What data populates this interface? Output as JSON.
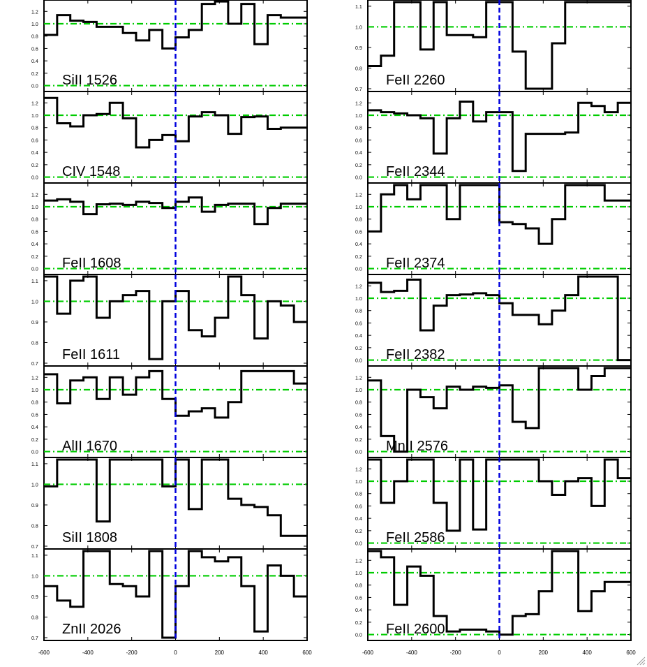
{
  "chart_data": {
    "type": "line",
    "title": "",
    "xlabel": "",
    "ylabel": "",
    "xlim": [
      -600,
      600
    ],
    "x_ticks": [
      -600,
      -400,
      -200,
      0,
      200,
      400,
      600
    ],
    "x_tick_labels": [
      "-600",
      "-400",
      "-200",
      "0",
      "200",
      "400",
      "600"
    ],
    "grid": false,
    "layout": "2 columns x 7 rows, stacked panels",
    "reference_levels": [
      0.0,
      1.0
    ],
    "zero_velocity_marker": 0,
    "colors": {
      "spectrum": "#000000",
      "reference": "#00cc00",
      "zero_marker": "#0000dd"
    },
    "panels": [
      {
        "label": "SiII 1526",
        "column": 0,
        "row": 0,
        "ylim": [
          -0.05,
          1.35
        ],
        "y_ticks": [
          0.0,
          0.2,
          0.4,
          0.6,
          0.8,
          1.0,
          1.2
        ],
        "y_tick_labels": [
          "0.0",
          "0.2",
          "0.4",
          "0.6",
          "0.8",
          "1.0",
          "1.2"
        ],
        "x": [
          -600,
          -540,
          -480,
          -420,
          -360,
          -300,
          -240,
          -180,
          -120,
          -60,
          0,
          60,
          120,
          180,
          240,
          300,
          360,
          420,
          480,
          540
        ],
        "y": [
          0.82,
          1.14,
          1.05,
          1.03,
          0.95,
          0.95,
          0.85,
          0.73,
          0.9,
          0.6,
          0.78,
          0.9,
          1.32,
          1.36,
          1.0,
          1.32,
          0.67,
          1.14,
          1.1,
          1.1
        ]
      },
      {
        "label": "CIV 1548",
        "column": 0,
        "row": 1,
        "ylim": [
          -0.05,
          1.35
        ],
        "y_ticks": [
          0.0,
          0.2,
          0.4,
          0.6,
          0.8,
          1.0,
          1.2
        ],
        "y_tick_labels": [
          "0.0",
          "0.2",
          "0.4",
          "0.6",
          "0.8",
          "1.0",
          "1.2"
        ],
        "x": [
          -600,
          -540,
          -480,
          -420,
          -360,
          -300,
          -240,
          -180,
          -120,
          -60,
          0,
          60,
          120,
          180,
          240,
          300,
          360,
          420,
          480,
          540
        ],
        "y": [
          1.28,
          0.87,
          0.82,
          1.0,
          1.02,
          1.2,
          0.95,
          0.48,
          0.6,
          0.68,
          0.58,
          0.98,
          1.05,
          1.0,
          0.7,
          0.97,
          0.98,
          0.78,
          0.8,
          0.8
        ]
      },
      {
        "label": "FeII 1608",
        "column": 0,
        "row": 2,
        "ylim": [
          -0.05,
          1.35
        ],
        "y_ticks": [
          0.0,
          0.2,
          0.4,
          0.6,
          0.8,
          1.0,
          1.2
        ],
        "y_tick_labels": [
          "0.0",
          "0.2",
          "0.4",
          "0.6",
          "0.8",
          "1.0",
          "1.2"
        ],
        "x": [
          -600,
          -540,
          -480,
          -420,
          -360,
          -300,
          -240,
          -180,
          -120,
          -60,
          0,
          60,
          120,
          180,
          240,
          300,
          360,
          420,
          480,
          540
        ],
        "y": [
          1.1,
          1.12,
          1.08,
          0.88,
          1.04,
          1.05,
          1.03,
          1.08,
          1.06,
          0.98,
          1.08,
          1.15,
          0.92,
          1.03,
          1.05,
          1.05,
          0.72,
          0.98,
          1.05,
          1.05
        ]
      },
      {
        "label": "FeII 1611",
        "column": 0,
        "row": 3,
        "ylim": [
          0.7,
          1.12
        ],
        "y_ticks": [
          0.7,
          0.8,
          0.9,
          1.0,
          1.1
        ],
        "y_tick_labels": [
          "0.7",
          "0.8",
          "0.9",
          "1.0",
          "1.1"
        ],
        "x": [
          -600,
          -540,
          -480,
          -420,
          -360,
          -300,
          -240,
          -180,
          -120,
          -60,
          0,
          60,
          120,
          180,
          240,
          300,
          360,
          420,
          480,
          540
        ],
        "y": [
          1.12,
          0.94,
          1.1,
          1.12,
          0.92,
          1.0,
          1.03,
          1.05,
          0.72,
          1.0,
          1.05,
          0.86,
          0.83,
          0.92,
          1.12,
          1.03,
          0.82,
          1.0,
          0.98,
          0.9
        ]
      },
      {
        "label": "AlII 1670",
        "column": 0,
        "row": 4,
        "ylim": [
          -0.05,
          1.35
        ],
        "y_ticks": [
          0.0,
          0.2,
          0.4,
          0.6,
          0.8,
          1.0,
          1.2
        ],
        "y_tick_labels": [
          "0.0",
          "0.2",
          "0.4",
          "0.6",
          "0.8",
          "1.0",
          "1.2"
        ],
        "x": [
          -600,
          -540,
          -480,
          -420,
          -360,
          -300,
          -240,
          -180,
          -120,
          -60,
          0,
          60,
          120,
          180,
          240,
          300,
          360,
          420,
          480,
          540
        ],
        "y": [
          1.25,
          0.78,
          1.15,
          1.2,
          0.85,
          1.2,
          0.92,
          1.2,
          1.3,
          0.85,
          0.58,
          0.65,
          0.7,
          0.55,
          0.8,
          1.3,
          1.3,
          1.3,
          1.3,
          1.1
        ]
      },
      {
        "label": "SiII 1808",
        "column": 0,
        "row": 5,
        "ylim": [
          0.7,
          1.12
        ],
        "y_ticks": [
          0.7,
          0.8,
          0.9,
          1.0,
          1.1
        ],
        "y_tick_labels": [
          "0.7",
          "0.8",
          "0.9",
          "1.0",
          "1.1"
        ],
        "x": [
          -600,
          -540,
          -480,
          -420,
          -360,
          -300,
          -240,
          -180,
          -120,
          -60,
          0,
          60,
          120,
          180,
          240,
          300,
          360,
          420,
          480,
          540
        ],
        "y": [
          0.99,
          1.12,
          1.12,
          1.12,
          0.82,
          1.12,
          1.12,
          1.12,
          1.12,
          0.99,
          1.12,
          0.88,
          1.12,
          1.12,
          0.93,
          0.9,
          0.89,
          0.85,
          0.75,
          0.75
        ]
      },
      {
        "label": "ZnII 2026",
        "column": 0,
        "row": 6,
        "ylim": [
          0.7,
          1.12
        ],
        "y_ticks": [
          0.7,
          0.8,
          0.9,
          1.0,
          1.1
        ],
        "y_tick_labels": [
          "0.7",
          "0.8",
          "0.9",
          "1.0",
          "1.1"
        ],
        "x": [
          -600,
          -540,
          -480,
          -420,
          -360,
          -300,
          -240,
          -180,
          -120,
          -60,
          0,
          60,
          120,
          180,
          240,
          300,
          360,
          420,
          480,
          540
        ],
        "y": [
          0.95,
          0.88,
          0.85,
          1.12,
          1.12,
          0.96,
          0.95,
          0.9,
          1.12,
          0.7,
          0.95,
          1.12,
          1.09,
          1.07,
          1.09,
          0.95,
          0.73,
          1.05,
          1.0,
          0.9
        ]
      },
      {
        "label": "FeII 2260",
        "column": 1,
        "row": 0,
        "ylim": [
          0.7,
          1.12
        ],
        "y_ticks": [
          0.7,
          0.8,
          0.9,
          1.0,
          1.1
        ],
        "y_tick_labels": [
          "0.7",
          "0.8",
          "0.9",
          "1.0",
          "1.1"
        ],
        "x": [
          -600,
          -540,
          -480,
          -420,
          -360,
          -300,
          -240,
          -180,
          -120,
          -60,
          0,
          60,
          120,
          180,
          240,
          300,
          360,
          420,
          480,
          540
        ],
        "y": [
          0.81,
          0.86,
          1.12,
          1.12,
          0.89,
          1.12,
          0.96,
          0.96,
          0.95,
          1.12,
          1.12,
          0.88,
          0.7,
          0.7,
          0.92,
          1.12,
          1.12,
          1.12,
          1.12,
          1.12
        ]
      },
      {
        "label": "FeII 2344",
        "column": 1,
        "row": 1,
        "ylim": [
          -0.05,
          1.35
        ],
        "y_ticks": [
          0.0,
          0.2,
          0.4,
          0.6,
          0.8,
          1.0,
          1.2
        ],
        "y_tick_labels": [
          "0.0",
          "0.2",
          "0.4",
          "0.6",
          "0.8",
          "1.0",
          "1.2"
        ],
        "x": [
          -600,
          -540,
          -480,
          -420,
          -360,
          -300,
          -240,
          -180,
          -120,
          -60,
          0,
          60,
          120,
          180,
          240,
          300,
          360,
          420,
          480,
          540
        ],
        "y": [
          1.08,
          1.05,
          1.03,
          1.0,
          0.95,
          0.38,
          0.95,
          1.22,
          0.9,
          1.05,
          1.05,
          0.1,
          0.7,
          0.7,
          0.7,
          0.72,
          1.2,
          1.15,
          1.05,
          1.2
        ]
      },
      {
        "label": "FeII 2374",
        "column": 1,
        "row": 2,
        "ylim": [
          -0.05,
          1.35
        ],
        "y_ticks": [
          0.0,
          0.2,
          0.4,
          0.6,
          0.8,
          1.0,
          1.2
        ],
        "y_tick_labels": [
          "0.0",
          "0.2",
          "0.4",
          "0.6",
          "0.8",
          "1.0",
          "1.2"
        ],
        "x": [
          -600,
          -540,
          -480,
          -420,
          -360,
          -300,
          -240,
          -180,
          -120,
          -60,
          0,
          60,
          120,
          180,
          240,
          300,
          360,
          420,
          480,
          540
        ],
        "y": [
          0.6,
          1.2,
          1.35,
          1.12,
          1.35,
          1.35,
          0.8,
          1.35,
          1.35,
          1.35,
          0.75,
          0.72,
          0.65,
          0.4,
          0.8,
          1.35,
          1.35,
          1.35,
          1.1,
          1.1
        ]
      },
      {
        "label": "FeII 2382",
        "column": 1,
        "row": 3,
        "ylim": [
          -0.05,
          1.35
        ],
        "y_ticks": [
          0.0,
          0.2,
          0.4,
          0.6,
          0.8,
          1.0,
          1.2
        ],
        "y_tick_labels": [
          "0.0",
          "0.2",
          "0.4",
          "0.6",
          "0.8",
          "1.0",
          "1.2"
        ],
        "x": [
          -600,
          -540,
          -480,
          -420,
          -360,
          -300,
          -240,
          -180,
          -120,
          -60,
          0,
          60,
          120,
          180,
          240,
          300,
          360,
          420,
          480,
          540
        ],
        "y": [
          1.25,
          1.1,
          1.12,
          1.3,
          0.48,
          0.88,
          1.05,
          1.06,
          1.08,
          1.05,
          0.92,
          0.73,
          0.73,
          0.58,
          0.8,
          1.05,
          1.35,
          1.35,
          1.35,
          0.0
        ]
      },
      {
        "label": "MnII 2576",
        "column": 1,
        "row": 4,
        "ylim": [
          -0.05,
          1.35
        ],
        "y_ticks": [
          0.0,
          0.2,
          0.4,
          0.6,
          0.8,
          1.0,
          1.2
        ],
        "y_tick_labels": [
          "0.0",
          "0.2",
          "0.4",
          "0.6",
          "0.8",
          "1.0",
          "1.2"
        ],
        "x": [
          -600,
          -540,
          -480,
          -420,
          -360,
          -300,
          -240,
          -180,
          -120,
          -60,
          0,
          60,
          120,
          180,
          240,
          300,
          360,
          420,
          480,
          540
        ],
        "y": [
          1.15,
          0.25,
          0.0,
          1.0,
          0.88,
          0.7,
          1.05,
          1.0,
          1.05,
          1.03,
          1.07,
          0.48,
          0.38,
          1.35,
          1.35,
          1.35,
          1.0,
          1.22,
          1.35,
          1.35
        ]
      },
      {
        "label": "FeII 2586",
        "column": 1,
        "row": 5,
        "ylim": [
          -0.05,
          1.35
        ],
        "y_ticks": [
          0.0,
          0.2,
          0.4,
          0.6,
          0.8,
          1.0,
          1.2
        ],
        "y_tick_labels": [
          "0.0",
          "0.2",
          "0.4",
          "0.6",
          "0.8",
          "1.0",
          "1.2"
        ],
        "x": [
          -600,
          -540,
          -480,
          -420,
          -360,
          -300,
          -240,
          -180,
          -120,
          -60,
          0,
          60,
          120,
          180,
          240,
          300,
          360,
          420,
          480,
          540
        ],
        "y": [
          1.35,
          0.65,
          1.0,
          1.35,
          1.35,
          0.65,
          0.2,
          1.35,
          0.22,
          1.35,
          1.35,
          1.35,
          1.35,
          1.0,
          0.78,
          1.0,
          1.05,
          0.6,
          1.35,
          1.05
        ]
      },
      {
        "label": "FeII 2600",
        "column": 1,
        "row": 6,
        "ylim": [
          -0.05,
          1.35
        ],
        "y_ticks": [
          0.0,
          0.2,
          0.4,
          0.6,
          0.8,
          1.0,
          1.2
        ],
        "y_tick_labels": [
          "0.0",
          "0.2",
          "0.4",
          "0.6",
          "0.8",
          "1.0",
          "1.2"
        ],
        "x": [
          -600,
          -540,
          -480,
          -420,
          -360,
          -300,
          -240,
          -180,
          -120,
          -60,
          0,
          60,
          120,
          180,
          240,
          300,
          360,
          420,
          480,
          540
        ],
        "y": [
          1.35,
          1.25,
          0.48,
          1.1,
          0.95,
          0.3,
          0.05,
          0.08,
          0.08,
          0.05,
          0.0,
          0.3,
          0.33,
          0.7,
          1.35,
          1.35,
          0.38,
          0.7,
          0.85,
          0.85
        ]
      }
    ]
  }
}
